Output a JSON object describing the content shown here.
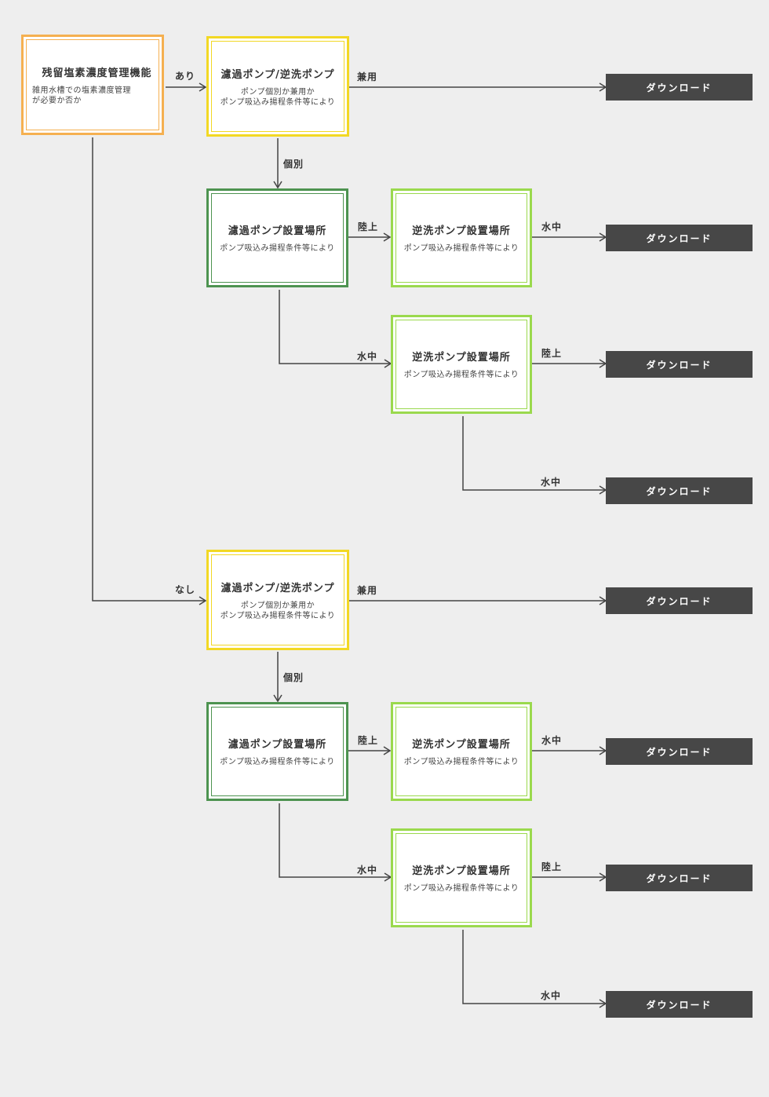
{
  "start": {
    "title": "残留塩素濃度管理機能",
    "desc_line1": "雑用水槽での塩素濃度管理",
    "desc_line2": "が必要か否か"
  },
  "labels": {
    "yes": "あり",
    "no": "なし",
    "shared": "兼用",
    "separate": "個別",
    "on_land": "陸上",
    "underwater": "水中"
  },
  "pump_type_node": {
    "title": "濾過ポンプ/逆洗ポンプ",
    "desc_line1": "ポンプ個別か兼用か",
    "desc_line2": "ポンプ吸込み揚程条件等により"
  },
  "filter_location_node": {
    "title": "濾過ポンプ設置場所",
    "desc": "ポンプ吸込み揚程条件等により"
  },
  "backwash_location_node": {
    "title": "逆洗ポンプ設置場所",
    "desc": "ポンプ吸込み揚程条件等により"
  },
  "download_label": "ダウンロード",
  "colors": {
    "orange": "#f5b050",
    "yellow": "#f2d824",
    "dark_green": "#4d9350",
    "light_green": "#9ad94d",
    "download_bg": "#474747"
  }
}
